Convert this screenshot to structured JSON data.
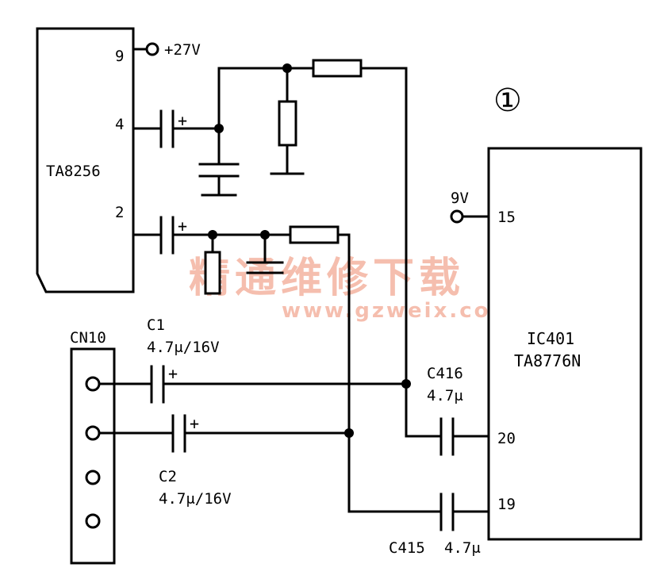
{
  "figure_number": "①",
  "watermark": {
    "text": "精通维修下载",
    "url": "www.gzweix.com"
  },
  "chips": {
    "ta8256": {
      "name": "TA8256",
      "pin_9": "9",
      "pin_4": "4",
      "pin_2": "2",
      "supply": "+27V"
    },
    "ic401": {
      "ref": "IC401",
      "name": "TA8776N",
      "pin_15": "15",
      "pin_20": "20",
      "pin_19": "19",
      "supply": "9V"
    }
  },
  "connector": {
    "ref": "CN10"
  },
  "capacitors": {
    "c1": {
      "ref": "C1",
      "value": "4.7μ/16V"
    },
    "c2": {
      "ref": "C2",
      "value": "4.7μ/16V"
    },
    "c416": {
      "ref": "C416",
      "value": "4.7μ"
    },
    "c415": {
      "ref": "C415",
      "value": "4.7μ"
    }
  },
  "polarity_mark": "+"
}
